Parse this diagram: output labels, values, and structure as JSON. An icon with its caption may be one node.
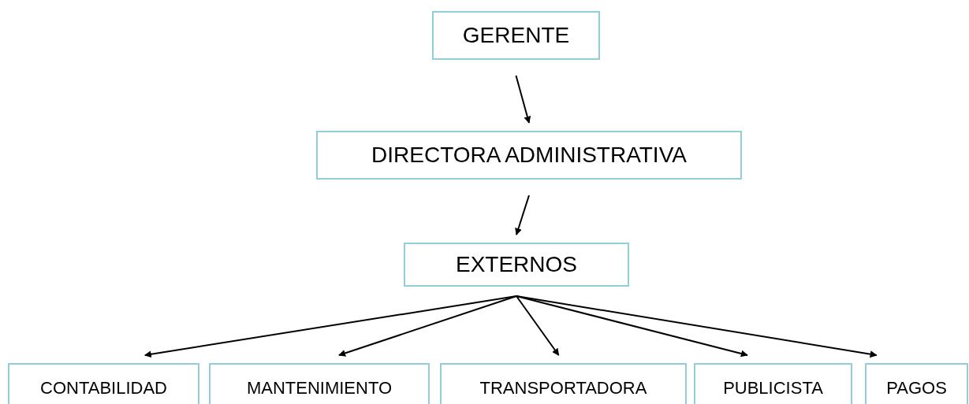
{
  "diagram": {
    "nodes": [
      {
        "text": [
          "GERENTE"
        ]
      },
      {
        "text": [
          "DIRECTORA ADMINISTRATIVA"
        ]
      },
      {
        "text": [
          "EXTERNOS"
        ]
      },
      {
        "text": [
          "CONTABILIDAD"
        ]
      },
      {
        "text": [
          "MANTENIMIENTO"
        ]
      },
      {
        "text": [
          "TRANSPORTADORA"
        ]
      },
      {
        "text": [
          "PUBLICISTA"
        ]
      },
      {
        "text": [
          "PAGOS"
        ]
      }
    ],
    "edges": [
      {
        "from": 0,
        "to": 1,
        "arrow": "to"
      },
      {
        "from": 1,
        "to": 2,
        "arrow": "to"
      },
      {
        "from": 2,
        "to": 3,
        "arrow": "to"
      },
      {
        "from": 2,
        "to": 4,
        "arrow": "to"
      },
      {
        "from": 2,
        "to": 5,
        "arrow": "to"
      },
      {
        "from": 2,
        "to": 6,
        "arrow": "to"
      },
      {
        "from": 2,
        "to": 7,
        "arrow": "to"
      }
    ]
  }
}
